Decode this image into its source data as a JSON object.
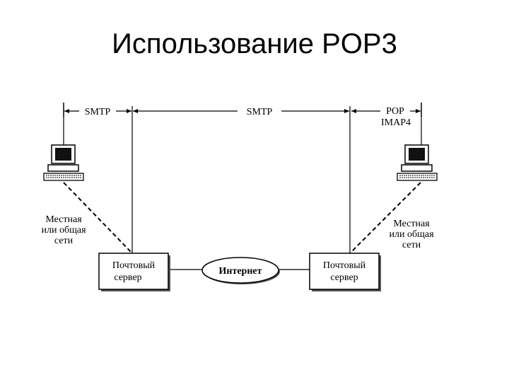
{
  "title": "Использование POP3",
  "labels": {
    "smtp_left": "SMTP",
    "smtp_mid": "SMTP",
    "pop": "POP",
    "imap4": "IMAP4",
    "net_left_1": "Местная",
    "net_left_2": "или общая",
    "net_left_3": "сети",
    "net_right_1": "Местная",
    "net_right_2": "или общая",
    "net_right_3": "сети",
    "server_left_1": "Почтовый",
    "server_left_2": "сервер",
    "server_right_1": "Почтовый",
    "server_right_2": "сервер",
    "internet": "Интернет"
  }
}
